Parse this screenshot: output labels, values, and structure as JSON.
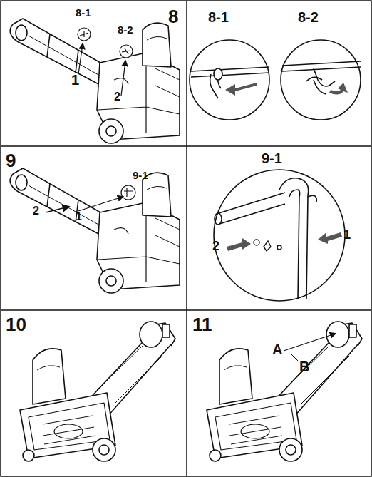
{
  "diagram": {
    "labels": [
      "8-1",
      "8-2",
      "8",
      "1",
      "2",
      "8-1",
      "8-2",
      "9",
      "9-1",
      "2",
      "1",
      "9-1",
      "2",
      "1",
      "10",
      "11",
      "A",
      "B"
    ]
  }
}
